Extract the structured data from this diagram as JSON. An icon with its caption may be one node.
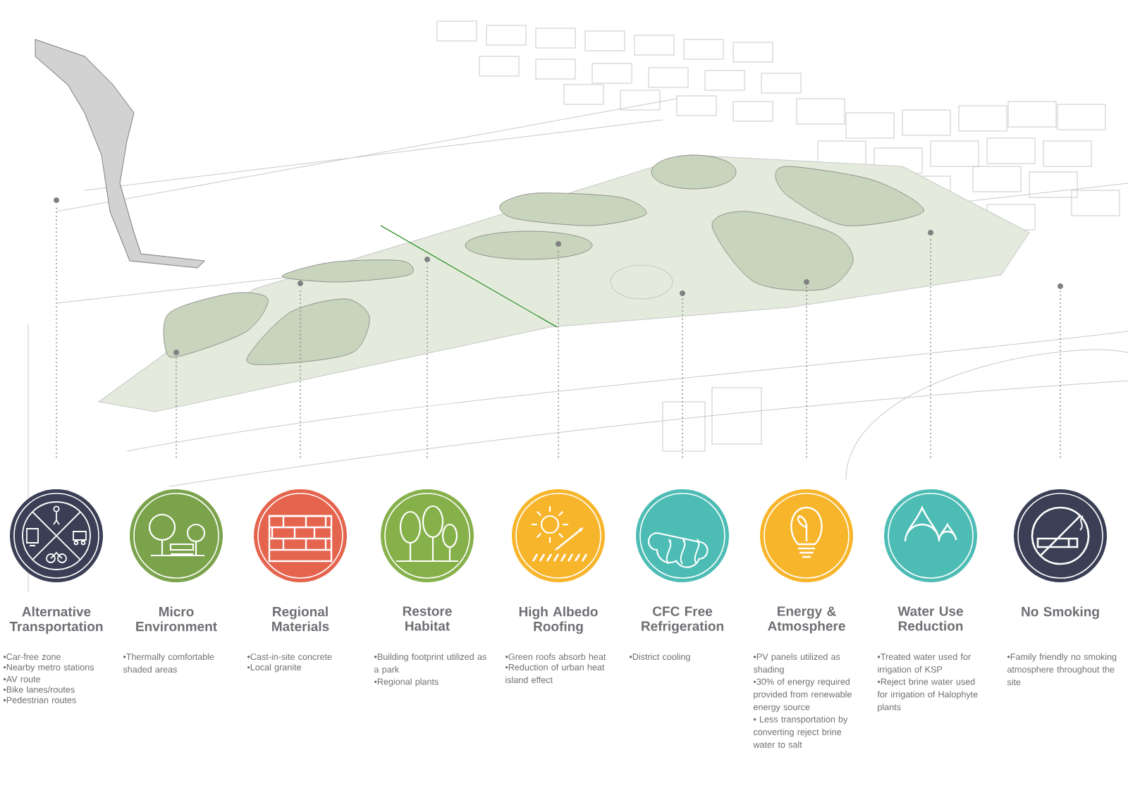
{
  "diagram": {
    "nodes": [
      {
        "text": [
          "Alternative Transportation"
        ]
      },
      {
        "text": [
          "Micro Environment"
        ]
      },
      {
        "text": [
          "Regional Materials"
        ]
      },
      {
        "text": [
          "Restore Habitat"
        ]
      },
      {
        "text": [
          "High Albedo Roofing"
        ]
      },
      {
        "text": [
          "CFC Free Refrigeration"
        ]
      },
      {
        "text": [
          "Energy & Atmosphere"
        ]
      },
      {
        "text": [
          "Water Use Reduction"
        ]
      },
      {
        "text": [
          "No Smoking"
        ]
      },
      {
        "text": [],
        "shape": "circle"
      },
      {
        "text": [],
        "shape": "circle"
      },
      {
        "text": [],
        "shape": "circle"
      },
      {
        "text": [],
        "shape": "circle"
      },
      {
        "text": [],
        "shape": "circle"
      },
      {
        "text": [],
        "shape": "circle"
      },
      {
        "text": [],
        "shape": "circle"
      },
      {
        "text": [],
        "shape": "circle"
      },
      {
        "text": [],
        "shape": "circle"
      }
    ],
    "edges": [
      {
        "from": 0,
        "to": 9,
        "arrow": "none"
      },
      {
        "from": 1,
        "to": 10,
        "arrow": "none"
      },
      {
        "from": 2,
        "to": 11,
        "arrow": "none"
      },
      {
        "from": 3,
        "to": 12,
        "arrow": "none"
      },
      {
        "from": 4,
        "to": 13,
        "arrow": "none"
      },
      {
        "from": 5,
        "to": 14,
        "arrow": "none"
      },
      {
        "from": 6,
        "to": 15,
        "arrow": "none"
      },
      {
        "from": 7,
        "to": 16,
        "arrow": "none"
      },
      {
        "from": 8,
        "to": 17,
        "arrow": "none"
      }
    ],
    "labels": [
      "•Car-free zone",
      "•Nearby metro stations",
      "•AV route",
      "•Bike lanes/routes",
      "•Pedestrian routes",
      "•Thermally comfortable shaded areas",
      "•Cast-in-site concrete",
      "•Local granite",
      "•Building footprint utilized as a park",
      "•Regional plants",
      "•Green roofs absorb heat",
      "•Reduction of urban heat island effect",
      "•District cooling",
      "•PV panels utilized as shading",
      "•30% of energy required provided from renewable energy source",
      "• Less transportation by converting reject brine water to salt",
      "•Treated water used for irrigation of KSP",
      "•Reject brine water used for irrigation of Halophyte plants",
      "•Family friendly no smoking atmosphere throughout the site"
    ]
  }
}
